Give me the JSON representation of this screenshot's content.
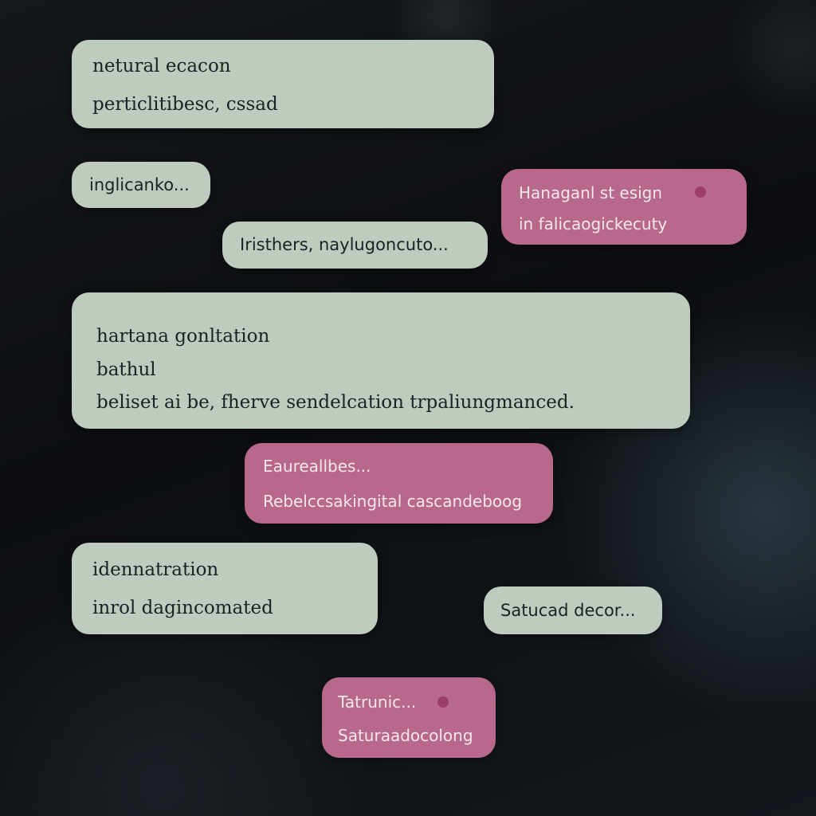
{
  "messages": [
    {
      "id": "m1",
      "side": "left",
      "color": "grey",
      "lines": [
        "netural ecacon",
        "perticlitibesc, cssad"
      ]
    },
    {
      "id": "m2",
      "side": "left",
      "color": "grey",
      "lines": [
        "inglicanko..."
      ]
    },
    {
      "id": "m3",
      "side": "right",
      "color": "pink",
      "lines": [
        "Hanaganl st esign",
        "in falicaogickecuty"
      ],
      "has_dot": true
    },
    {
      "id": "m4",
      "side": "left",
      "color": "grey",
      "lines": [
        "Iristhers, naylugoncuto..."
      ]
    },
    {
      "id": "m5",
      "side": "left",
      "color": "grey",
      "lines": [
        "hartana gonltation",
        "bathul",
        "beliset ai be, fherve sendelcation trpaliungmanced."
      ]
    },
    {
      "id": "m6",
      "side": "right",
      "color": "pink",
      "lines": [
        "Eaureallbes...",
        "Rebelccsakingital cascandeboog"
      ]
    },
    {
      "id": "m7",
      "side": "left",
      "color": "grey",
      "lines": [
        "idennatration",
        "inrol dagincomated"
      ]
    },
    {
      "id": "m8",
      "side": "right",
      "color": "grey",
      "lines": [
        "Satucad decor..."
      ]
    },
    {
      "id": "m9",
      "side": "right",
      "color": "pink",
      "lines": [
        "Tatrunic...",
        "Saturaadocolong"
      ],
      "has_dot": true
    }
  ],
  "colors": {
    "grey_bubble": "#bfcbbf",
    "pink_bubble": "#b8688a",
    "pink_dot": "#9c3f67",
    "background": "#0f1215"
  }
}
